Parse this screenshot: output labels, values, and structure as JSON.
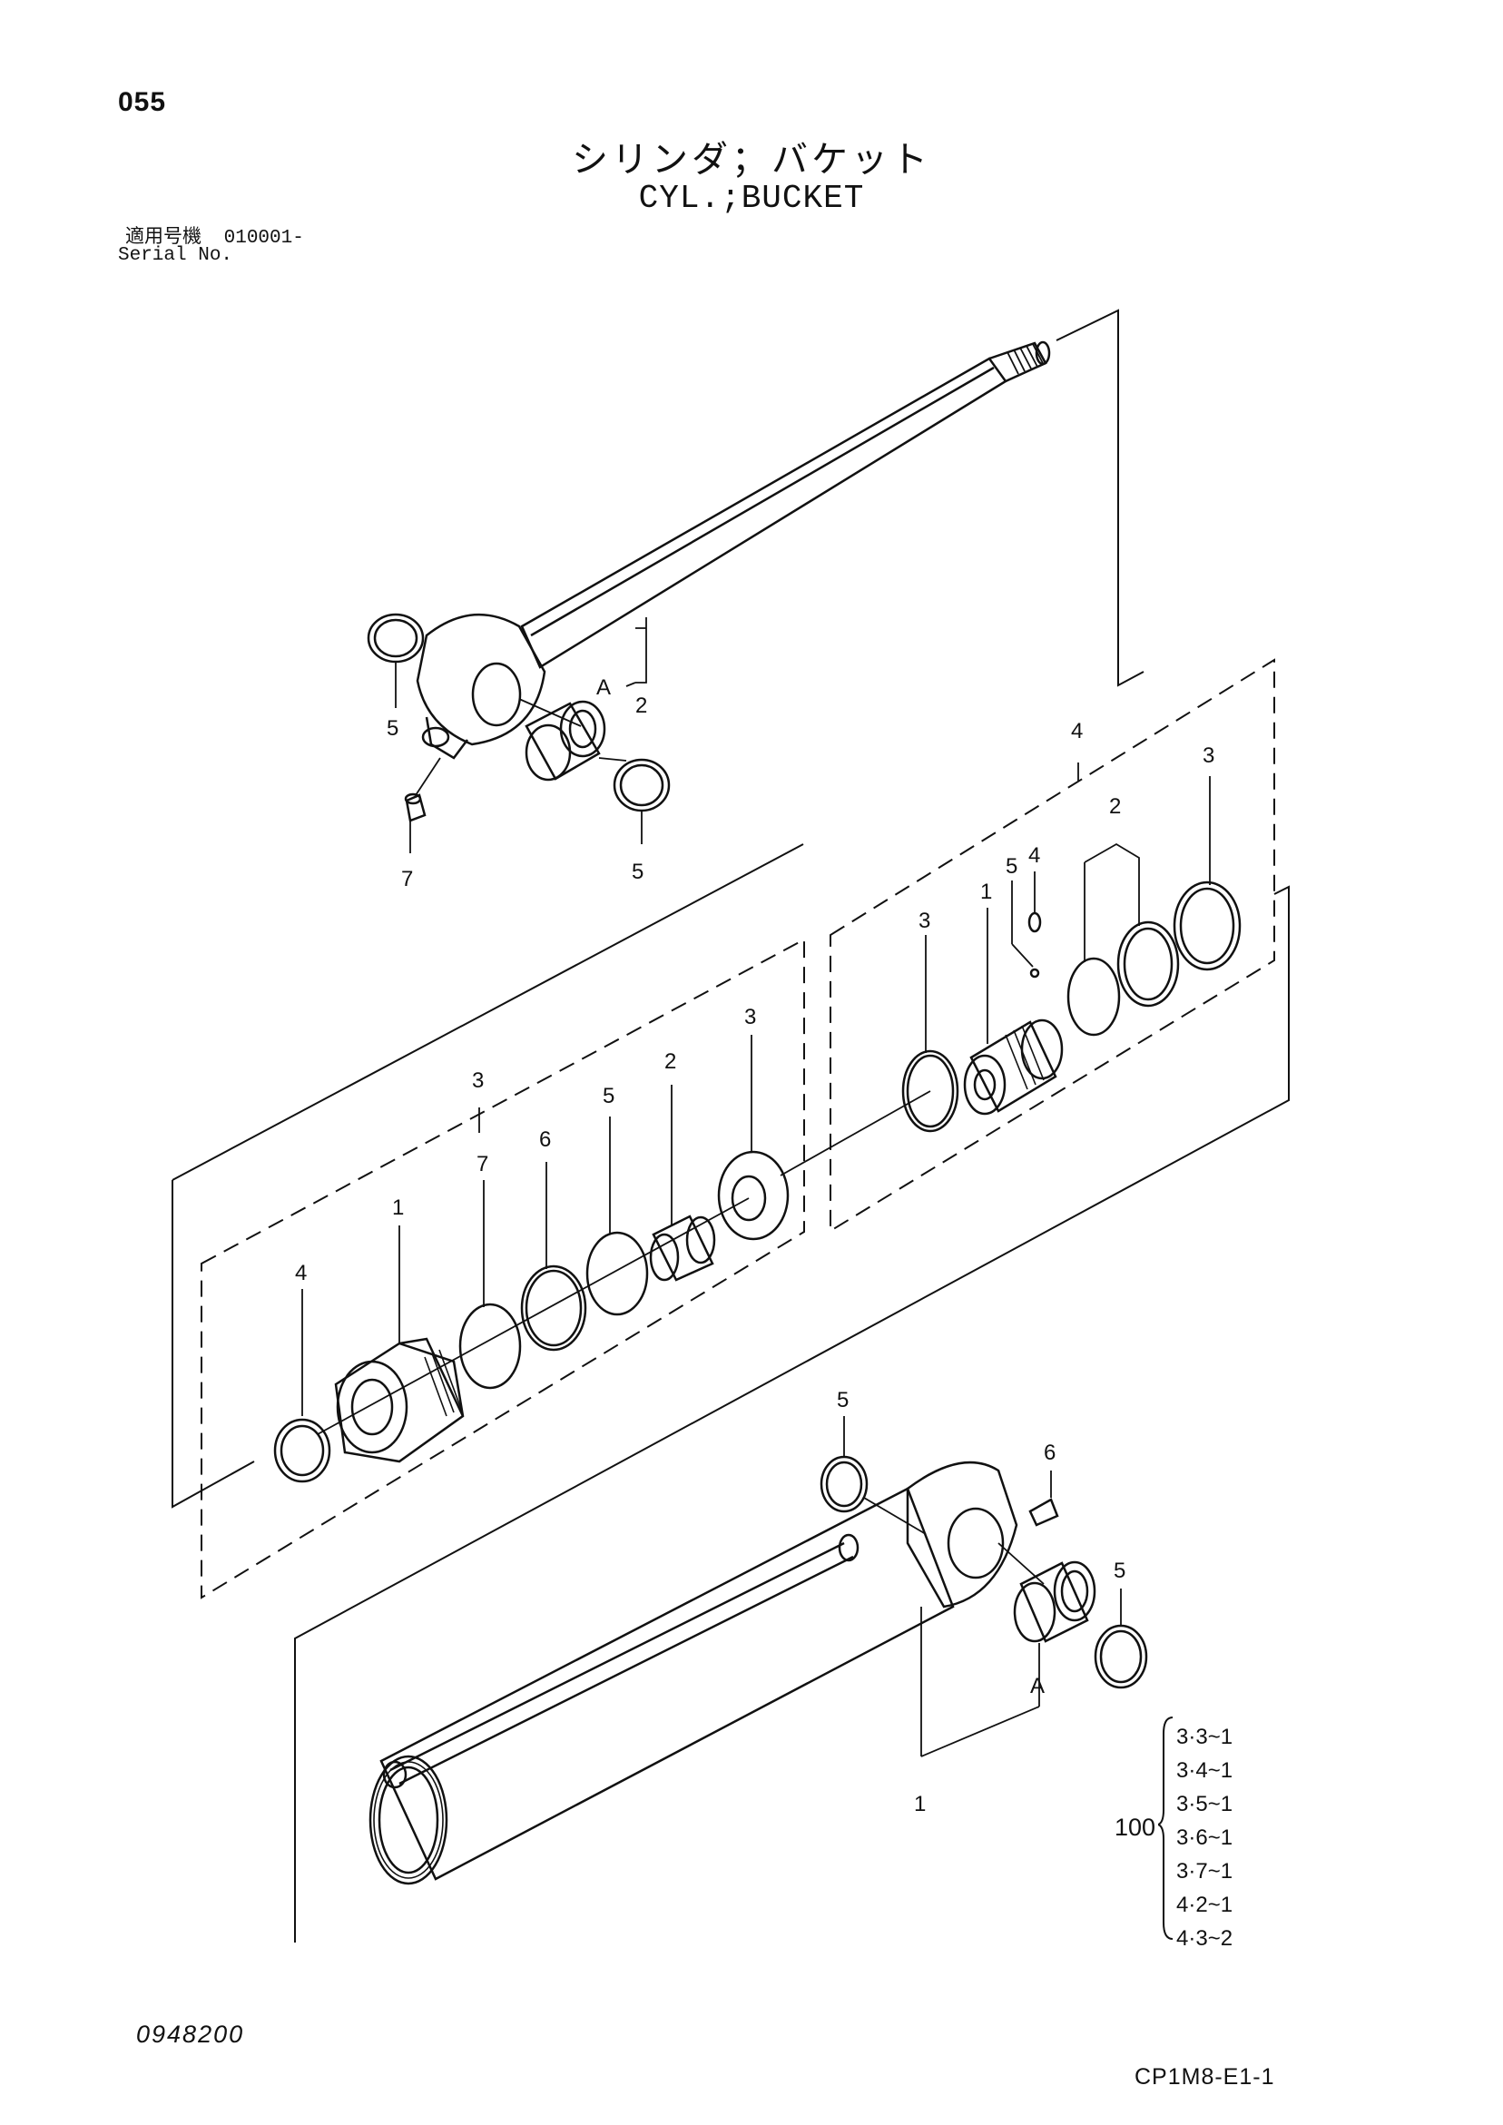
{
  "header": {
    "page_number": "055",
    "title_jp": "シリンダ；バケット",
    "title_en": "CYL.;BUCKET",
    "serial_label_jp": "適用号機",
    "serial_value": "010001-",
    "serial_label_en": "Serial No."
  },
  "callouts": {
    "rod_1": "5",
    "rod_2": "A",
    "rod_3": "2",
    "rod_4": "5",
    "rod_5": "7",
    "piston_kit": "4",
    "piston_seal_3": "3",
    "piston_3": "3",
    "piston_body": "1",
    "piston_5": "5",
    "piston_4": "4",
    "piston_2": "2",
    "head_kit": "3",
    "head_3": "3",
    "head_2": "2",
    "head_5": "5",
    "head_6": "6",
    "head_7": "7",
    "head_1": "1",
    "head_4": "4",
    "tube_5a": "5",
    "tube_6": "6",
    "tube_5b": "5",
    "tube_A": "A",
    "tube_1": "1"
  },
  "seal_kit": {
    "number": "100",
    "items": [
      "3·3~1",
      "3·4~1",
      "3·5~1",
      "3·6~1",
      "3·7~1",
      "4·2~1",
      "4·3~2"
    ]
  },
  "footer": {
    "drawing_number": "0948200",
    "part_code": "CP1M8-E1-1"
  }
}
